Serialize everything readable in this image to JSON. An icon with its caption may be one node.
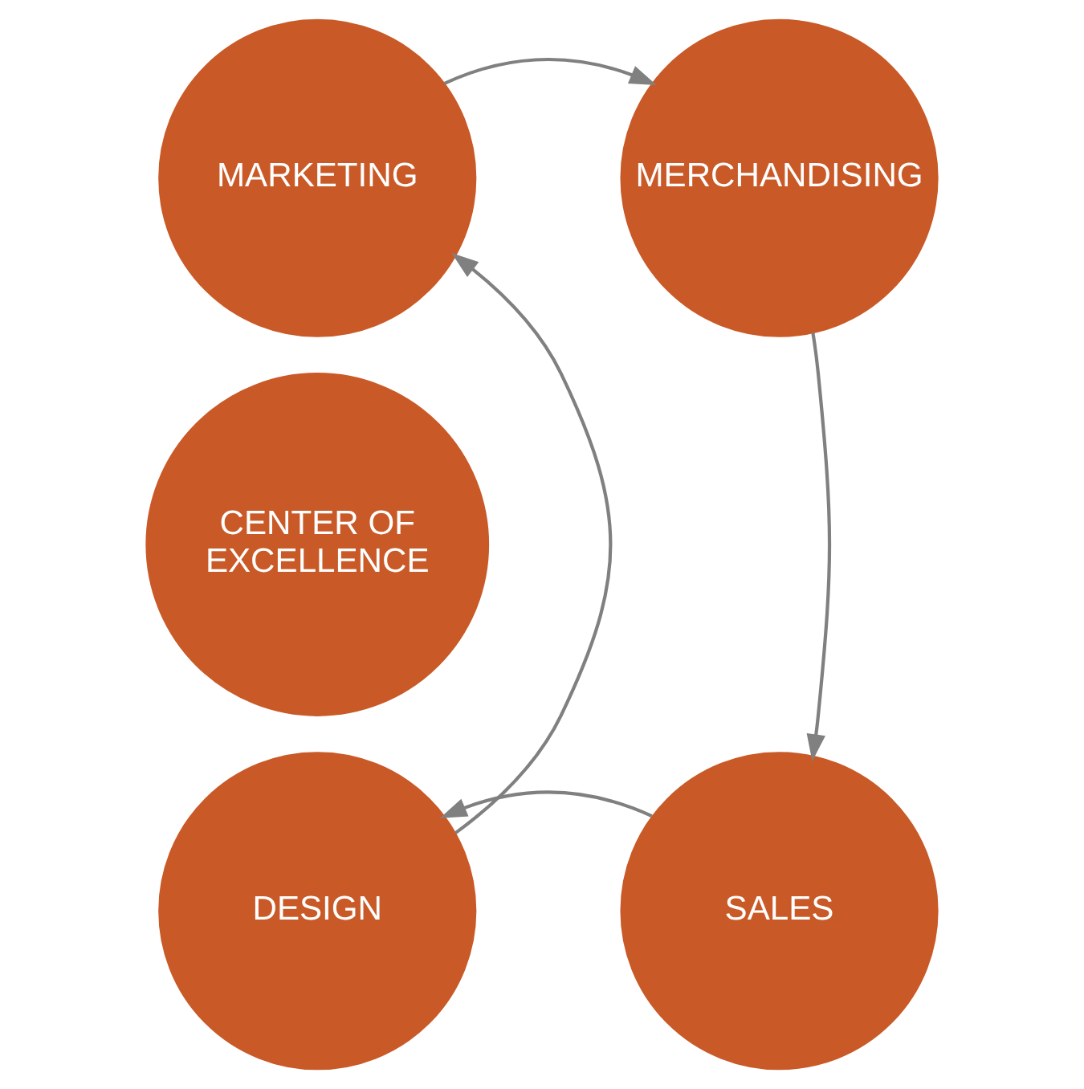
{
  "diagram": {
    "nodes": [
      {
        "text": [
          "MARKETING"
        ]
      },
      {
        "text": [
          "MERCHANDISING"
        ]
      },
      {
        "text": [
          "CENTER OF EXCELLENCE"
        ]
      },
      {
        "text": [
          "DESIGN"
        ]
      },
      {
        "text": [
          "SALES"
        ]
      }
    ],
    "edges": [
      {
        "from": 0,
        "to": 1,
        "arrow": "to"
      },
      {
        "from": 1,
        "to": 4,
        "arrow": "to"
      },
      {
        "from": 4,
        "to": 3,
        "arrow": "to"
      },
      {
        "from": 3,
        "to": 0,
        "arrow": "to"
      }
    ]
  }
}
